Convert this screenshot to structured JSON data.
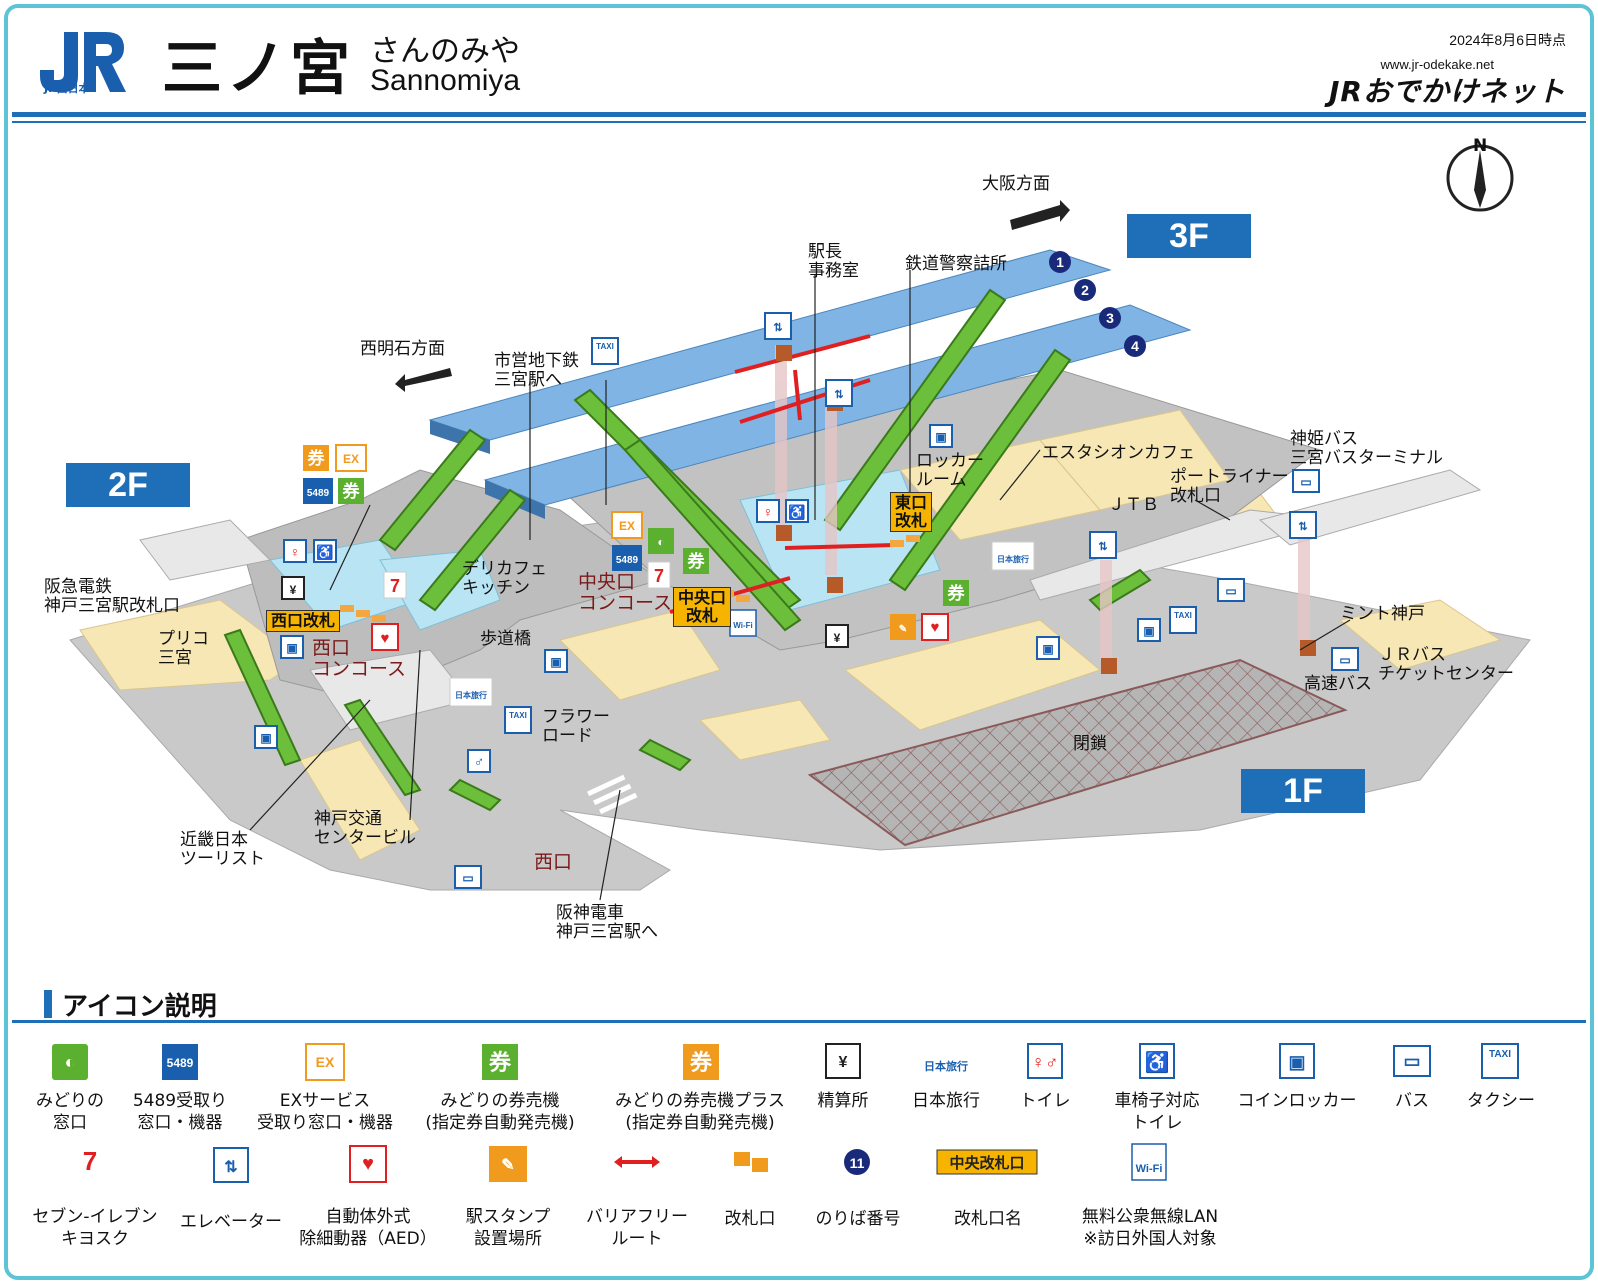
{
  "header": {
    "brand_mark": "JR",
    "brand_sub": "JR西日本",
    "station_kanji": "三ノ宮",
    "station_kana": "さんのみや",
    "station_romaji": "Sannomiya",
    "date": "2024年8月6日時点",
    "site_url": "www.jr-odekake.net",
    "site_name": "JRおでかけネット"
  },
  "floors": {
    "f3": "3F",
    "f2": "2F",
    "f1": "1F"
  },
  "compass": "N",
  "platforms": [
    "1",
    "2",
    "3",
    "4"
  ],
  "labels": {
    "osaka": "大阪方面",
    "nishiakashi": "西明石方面",
    "ekicho": "駅長\n事務室",
    "police": "鉄道警察詰所",
    "subway": "市営地下鉄\n三宮駅へ",
    "locker_room": "ロッカー\nルーム",
    "estacion": "エスタシオンカフェ",
    "shinki": "神姫バス\n三宮バスターミナル",
    "portliner": "ポートライナー\n改札口",
    "jtb": "ＪＴＢ",
    "hankyu": "阪急電鉄\n神戸三宮駅改札口",
    "puriko": "プリコ\n三宮",
    "deli": "デリカフェ\nキッチン",
    "hodokyo": "歩道橋",
    "flower": "フラワー\nロード",
    "mint": "ミント神戸",
    "jrbus": "ＪＲバス\nチケットセンター",
    "kosoku": "高速バス",
    "closed": "閉鎖",
    "kinki": "近畿日本\nツーリスト",
    "kotsu": "神戸交通\nセンタービル",
    "hanshin": "阪神電車\n神戸三宮駅へ"
  },
  "concourses": {
    "central": "中央口\nコンコース",
    "west": "西口\nコンコース",
    "west_exit": "西口"
  },
  "gates": {
    "east": "東口\n改札",
    "central": "中央口\n改札",
    "west": "西口改札"
  },
  "icon_text": {
    "ken": "券",
    "ex": "EX",
    "n5489": "5489",
    "taxi": "TAXI",
    "aed": "AED",
    "stamp": "スタンプ",
    "wifi": "Wi-Fi",
    "nihon_ryoko": "日本旅行",
    "seven": "7",
    "kiosk": "Kiosk"
  },
  "legend": {
    "title": "アイコン説明",
    "items": [
      {
        "icon": "midori-window-icon",
        "label": "みどりの\n窓口"
      },
      {
        "icon": "5489-icon",
        "label": "5489受取り\n窓口・機器"
      },
      {
        "icon": "ex-service-icon",
        "label": "EXサービス\n受取り窓口・機器"
      },
      {
        "icon": "ticket-machine-icon",
        "label": "みどりの券売機\n(指定券自動発売機)"
      },
      {
        "icon": "ticket-machine-plus-icon",
        "label": "みどりの券売機プラス\n(指定券自動発売機)"
      },
      {
        "icon": "fare-adjust-icon",
        "label": "精算所"
      },
      {
        "icon": "nihon-ryoko-icon",
        "label": "日本旅行"
      },
      {
        "icon": "toilet-icon",
        "label": "トイレ"
      },
      {
        "icon": "wheelchair-toilet-icon",
        "label": "車椅子対応\nトイレ"
      },
      {
        "icon": "coin-locker-icon",
        "label": "コインロッカー"
      },
      {
        "icon": "bus-icon",
        "label": "バス"
      },
      {
        "icon": "taxi-icon",
        "label": "タクシー"
      },
      {
        "icon": "seven-eleven-kiosk-icon",
        "label": "セブン-イレブン\nキヨスク"
      },
      {
        "icon": "elevator-icon",
        "label": "エレベーター"
      },
      {
        "icon": "aed-icon",
        "label": "自動体外式\n除細動器（AED）"
      },
      {
        "icon": "stamp-icon",
        "label": "駅スタンプ\n設置場所"
      },
      {
        "icon": "barrier-free-route-icon",
        "label": "バリアフリー\nルート"
      },
      {
        "icon": "ticket-gate-icon",
        "label": "改札口"
      },
      {
        "icon": "platform-number-icon",
        "label": "のりば番号"
      },
      {
        "icon": "gate-name-icon",
        "label": "改札口名"
      },
      {
        "icon": "free-wifi-icon",
        "label": "無料公衆無線LAN\n※訪日外国人対象"
      }
    ],
    "sample_platform": "11",
    "sample_gate": "中央改札口"
  },
  "colors": {
    "brand_blue": "#1f6fb8",
    "frame_cyan": "#5cc4d4",
    "concourse_blue": "#b8e4f4",
    "platform_blue": "#7fb4e4",
    "floor_gray": "#c9c9c9",
    "shop_beige": "#f7e7b4",
    "escalator_green": "#55a82a",
    "barrier_red": "#e02020",
    "gate_yellow": "#f6b400",
    "ticket_green": "#5bb030",
    "ticket_orange": "#f09a1e"
  }
}
